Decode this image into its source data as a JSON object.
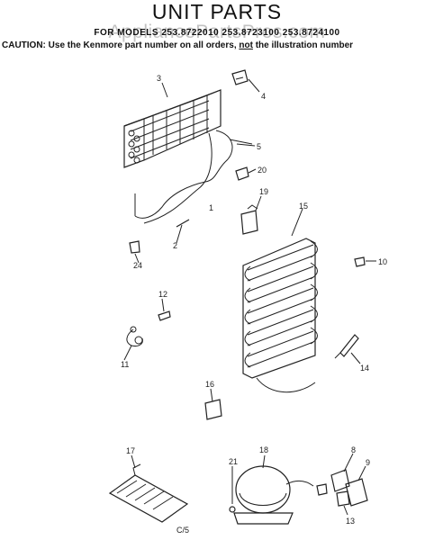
{
  "header": {
    "title": "UNIT PARTS",
    "models": "FOR MODELS 253.8722010  253.8723100  253.8724100",
    "watermark": "AppliancePartsPros.com",
    "caution_prefix": "CAUTION: Use the Kenmore part number on all orders, ",
    "caution_not": "not",
    "caution_suffix": " the illustration number"
  },
  "callouts": [
    "1",
    "2",
    "3",
    "4",
    "5",
    "8",
    "9",
    "10",
    "11",
    "12",
    "13",
    "14",
    "15",
    "16",
    "17",
    "18",
    "19",
    "20",
    "21",
    "24"
  ],
  "footer_code": "C/5"
}
